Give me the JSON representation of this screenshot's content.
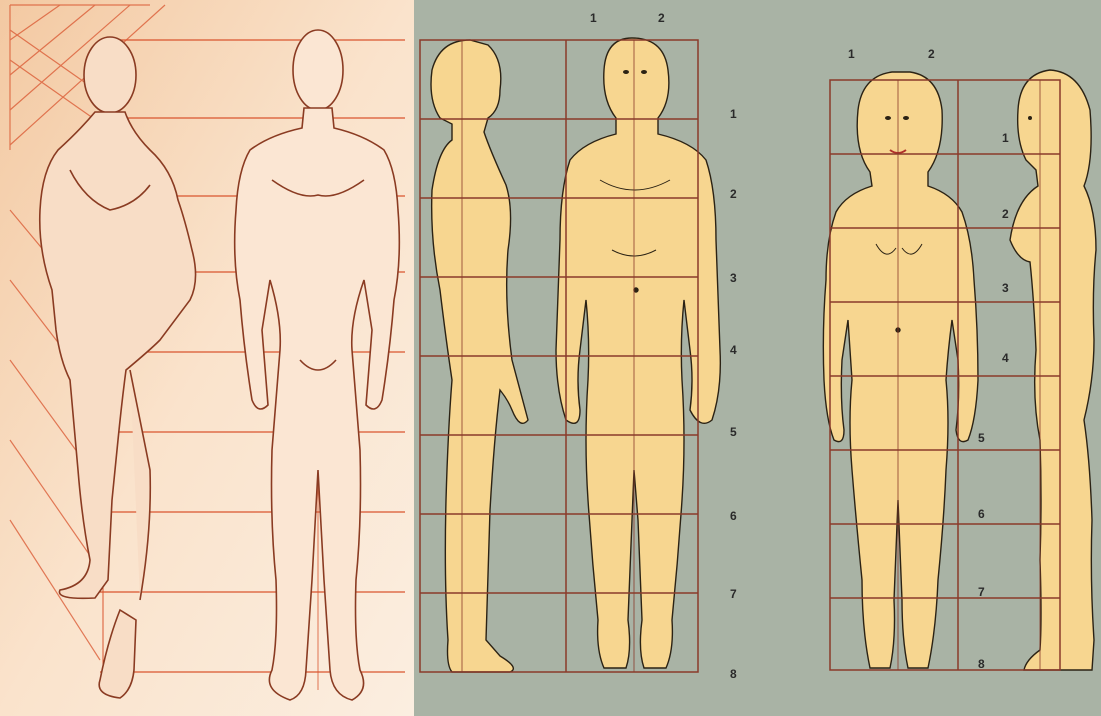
{
  "panels": {
    "sketch": {
      "name": "sketch-panel"
    },
    "male": {
      "column_numbers": [
        "1",
        "2"
      ],
      "row_numbers": [
        "1",
        "2",
        "3",
        "4",
        "5",
        "6",
        "7",
        "8"
      ]
    },
    "female": {
      "column_numbers": [
        "1",
        "2"
      ],
      "row_numbers": [
        "1",
        "2",
        "3",
        "4",
        "5",
        "6",
        "7",
        "8"
      ]
    }
  },
  "colors": {
    "sketch_bg": "#f6dcc2",
    "sketch_bg_light": "#fbeee0",
    "sketch_line": "#d9552f",
    "grid_bg": "#a9b3a5",
    "grid_line": "#8a3a2a",
    "skin": "#f7d690",
    "outline": "#2b2214"
  }
}
